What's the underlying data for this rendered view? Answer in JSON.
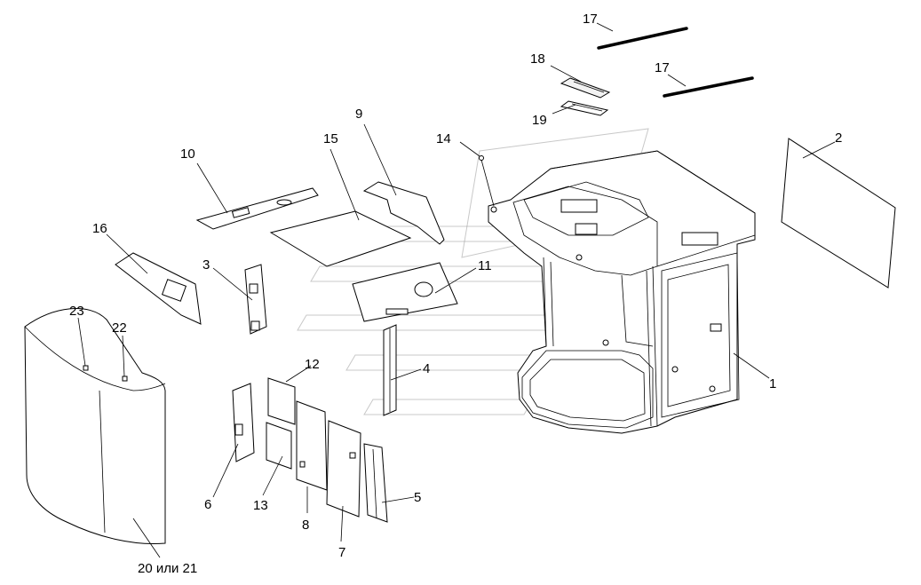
{
  "labels": {
    "l1": "1",
    "l2": "2",
    "l3": "3",
    "l4": "4",
    "l5": "5",
    "l6": "6",
    "l7": "7",
    "l8": "8",
    "l9": "9",
    "l10": "10",
    "l11": "11",
    "l12": "12",
    "l13": "13",
    "l14": "14",
    "l15": "15",
    "l16": "16",
    "l17a": "17",
    "l17b": "17",
    "l18": "18",
    "l19": "19",
    "l20": "20 или 21",
    "l22": "22",
    "l23": "23"
  }
}
